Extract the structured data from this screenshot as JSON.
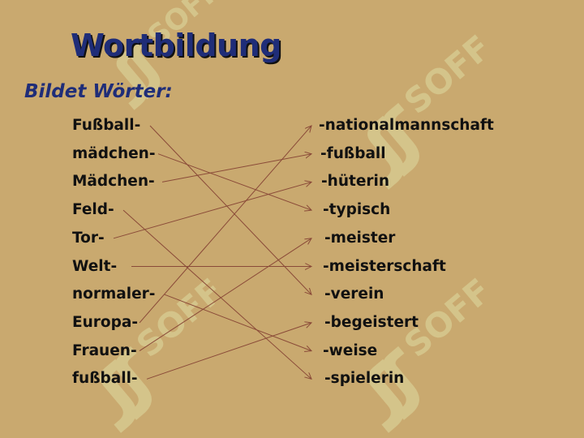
{
  "slide": {
    "title": "Wortbildung",
    "subtitle": "Bildet Wörter:",
    "watermark": "SOFF",
    "colors": {
      "background": "#c9a96f",
      "title": "#1f2d78",
      "text": "#111111",
      "arrow": "#8a4a38",
      "watermark": "#d7c98f"
    },
    "left_words": [
      "Fußball-",
      "mädchen-",
      "Mädchen-",
      "Feld-",
      "Tor-",
      "Welt-",
      "normaler-",
      "Europa-",
      "Frauen-",
      "fußball-"
    ],
    "right_words": [
      "-nationalmannschaft",
      "-fußball",
      "-hüterin",
      "-typisch",
      "-meister",
      "-meisterschaft",
      "-verein",
      "-begeistert",
      "-weise",
      "-spielerin"
    ],
    "connections": [
      {
        "from": 0,
        "to": 6
      },
      {
        "from": 1,
        "to": 3
      },
      {
        "from": 2,
        "to": 1
      },
      {
        "from": 3,
        "to": 9
      },
      {
        "from": 4,
        "to": 2
      },
      {
        "from": 5,
        "to": 5
      },
      {
        "from": 6,
        "to": 8
      },
      {
        "from": 7,
        "to": 0
      },
      {
        "from": 8,
        "to": 4
      },
      {
        "from": 9,
        "to": 7
      }
    ]
  }
}
